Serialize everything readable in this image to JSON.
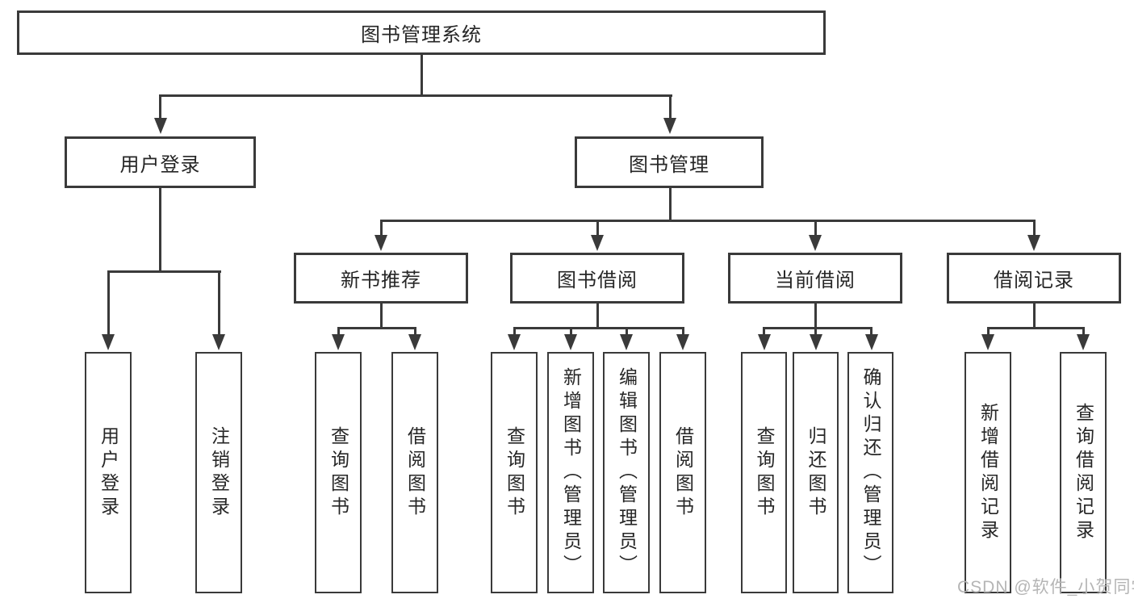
{
  "colors": {
    "background": "#ffffff",
    "node_bg": "#ffffff",
    "line": "#3a3a3a",
    "text": "#262626",
    "watermark": "#b5b5b5"
  },
  "tree": {
    "label": "图书管理系统",
    "children": [
      {
        "label": "用户登录",
        "children": [
          {
            "label": "用户登录"
          },
          {
            "label": "注销登录"
          }
        ]
      },
      {
        "label": "图书管理",
        "children": [
          {
            "label": "新书推荐",
            "children": [
              {
                "label": "查询图书"
              },
              {
                "label": "借阅图书"
              }
            ]
          },
          {
            "label": "图书借阅",
            "children": [
              {
                "label": "查询图书"
              },
              {
                "label": "新增图书（管理员）"
              },
              {
                "label": "编辑图书（管理员）"
              },
              {
                "label": "借阅图书"
              }
            ]
          },
          {
            "label": "当前借阅",
            "children": [
              {
                "label": "查询图书"
              },
              {
                "label": "归还图书"
              },
              {
                "label": "确认归还（管理员）"
              }
            ]
          },
          {
            "label": "借阅记录",
            "children": [
              {
                "label": "新增借阅记录"
              },
              {
                "label": "查询借阅记录"
              }
            ]
          }
        ]
      }
    ]
  },
  "watermark": "CSDN @软件_小贺同学"
}
